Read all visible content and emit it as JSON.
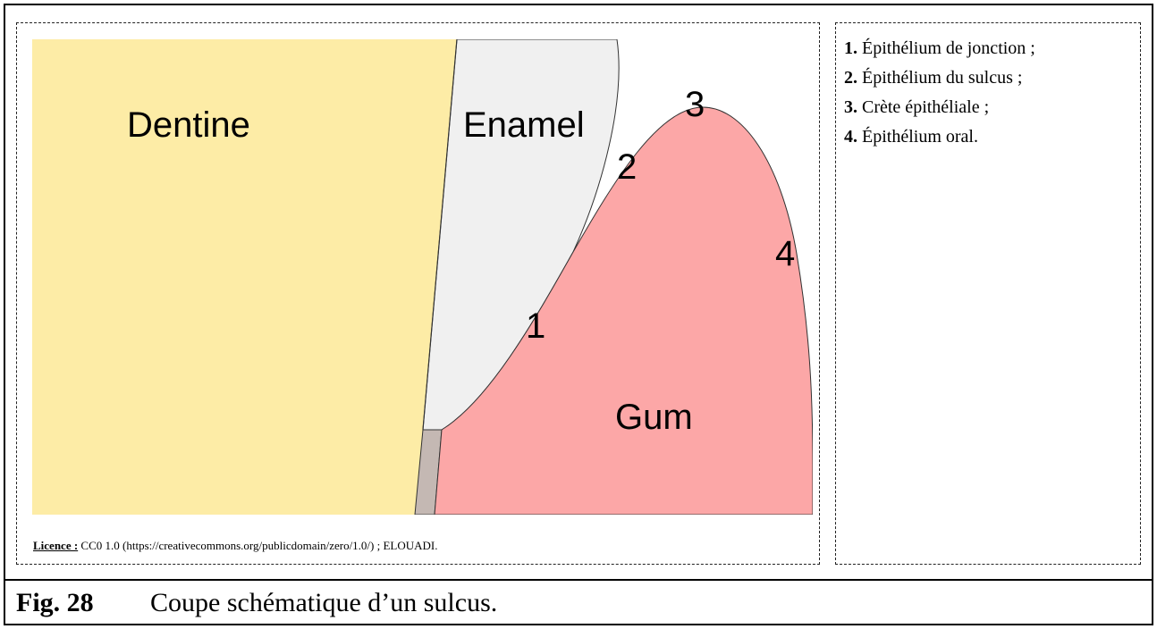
{
  "diagram": {
    "regions": {
      "dentine": {
        "label": "Dentine",
        "color": "#fdeca6"
      },
      "enamel": {
        "label": "Enamel",
        "color": "#f0f0f0"
      },
      "gum": {
        "label": "Gum",
        "color": "#fca7a7"
      },
      "ligament": {
        "color": "#c4b8b3"
      }
    },
    "markers": [
      "1",
      "2",
      "3",
      "4"
    ]
  },
  "legend": {
    "items": [
      {
        "num": "1.",
        "text": " Épithélium de jonction ;"
      },
      {
        "num": "2.",
        "text": " Épithélium du sulcus ;"
      },
      {
        "num": "3.",
        "text": " Crète épithéliale ;"
      },
      {
        "num": "4.",
        "text": " Épithélium oral."
      }
    ]
  },
  "license": {
    "label": "Licence :",
    "text": " CC0 1.0 (https://creativecommons.org/publicdomain/zero/1.0/) ; ELOUADI."
  },
  "caption": {
    "label": "Fig. 28",
    "title": "Coupe schématique d’un sulcus."
  }
}
